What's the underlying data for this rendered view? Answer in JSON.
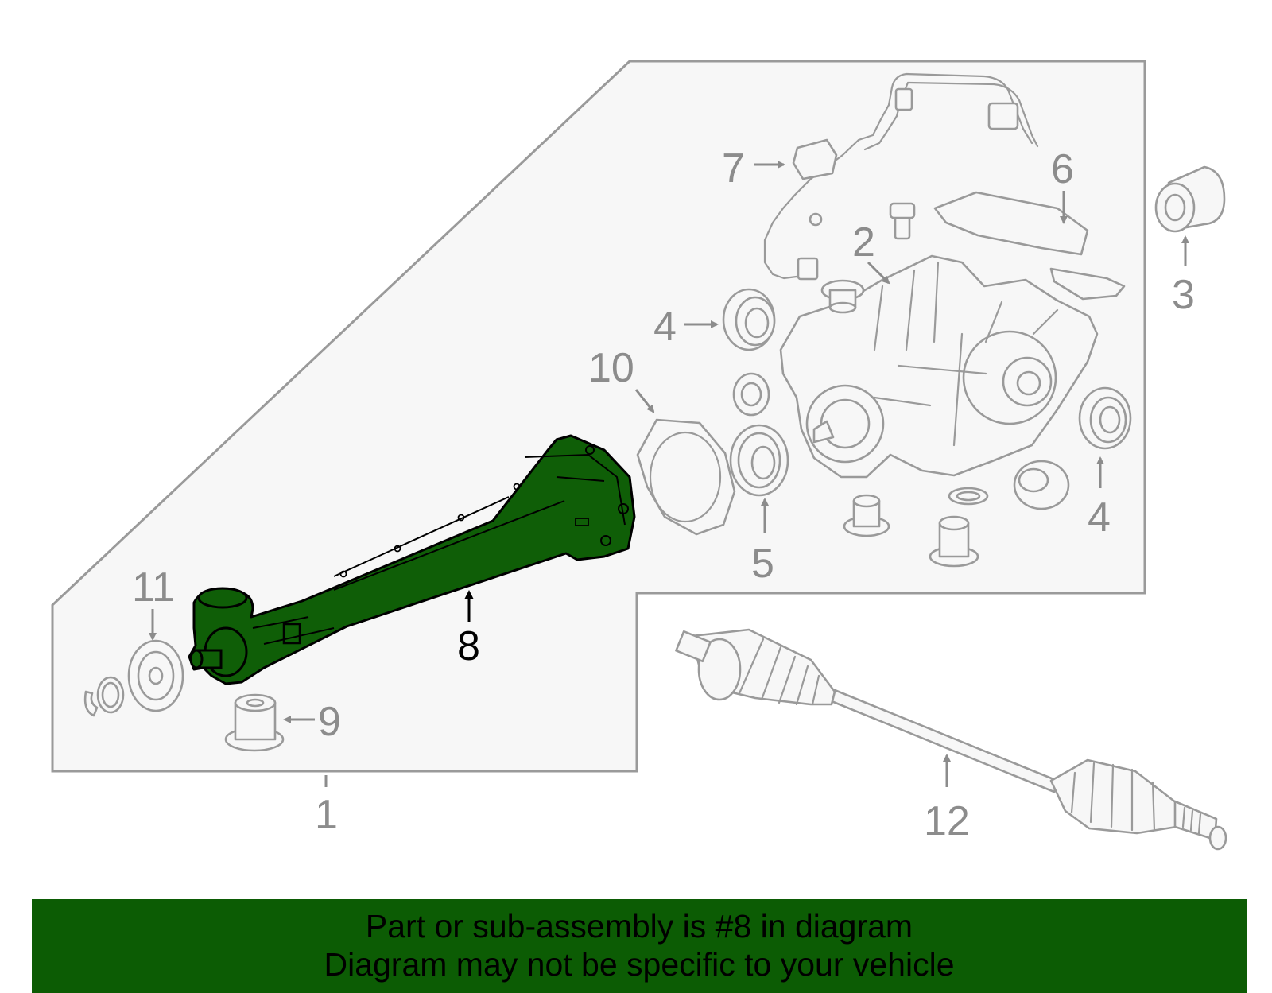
{
  "callouts": {
    "c1": "1",
    "c2": "2",
    "c3": "3",
    "c4a": "4",
    "c4b": "4",
    "c5": "5",
    "c6": "6",
    "c7": "7",
    "c8": "8",
    "c9": "9",
    "c10": "10",
    "c11": "11",
    "c12": "12"
  },
  "highlighted_part": "8",
  "colors": {
    "highlight_fill": "#0f5e07",
    "banner_bg": "#0c5c04",
    "line_gray": "#9a9a9a",
    "panel_bg": "#f7f7f7"
  },
  "banner": {
    "line1": "Part or sub-assembly is #8 in diagram",
    "line2": "Diagram may not be specific to your vehicle"
  }
}
